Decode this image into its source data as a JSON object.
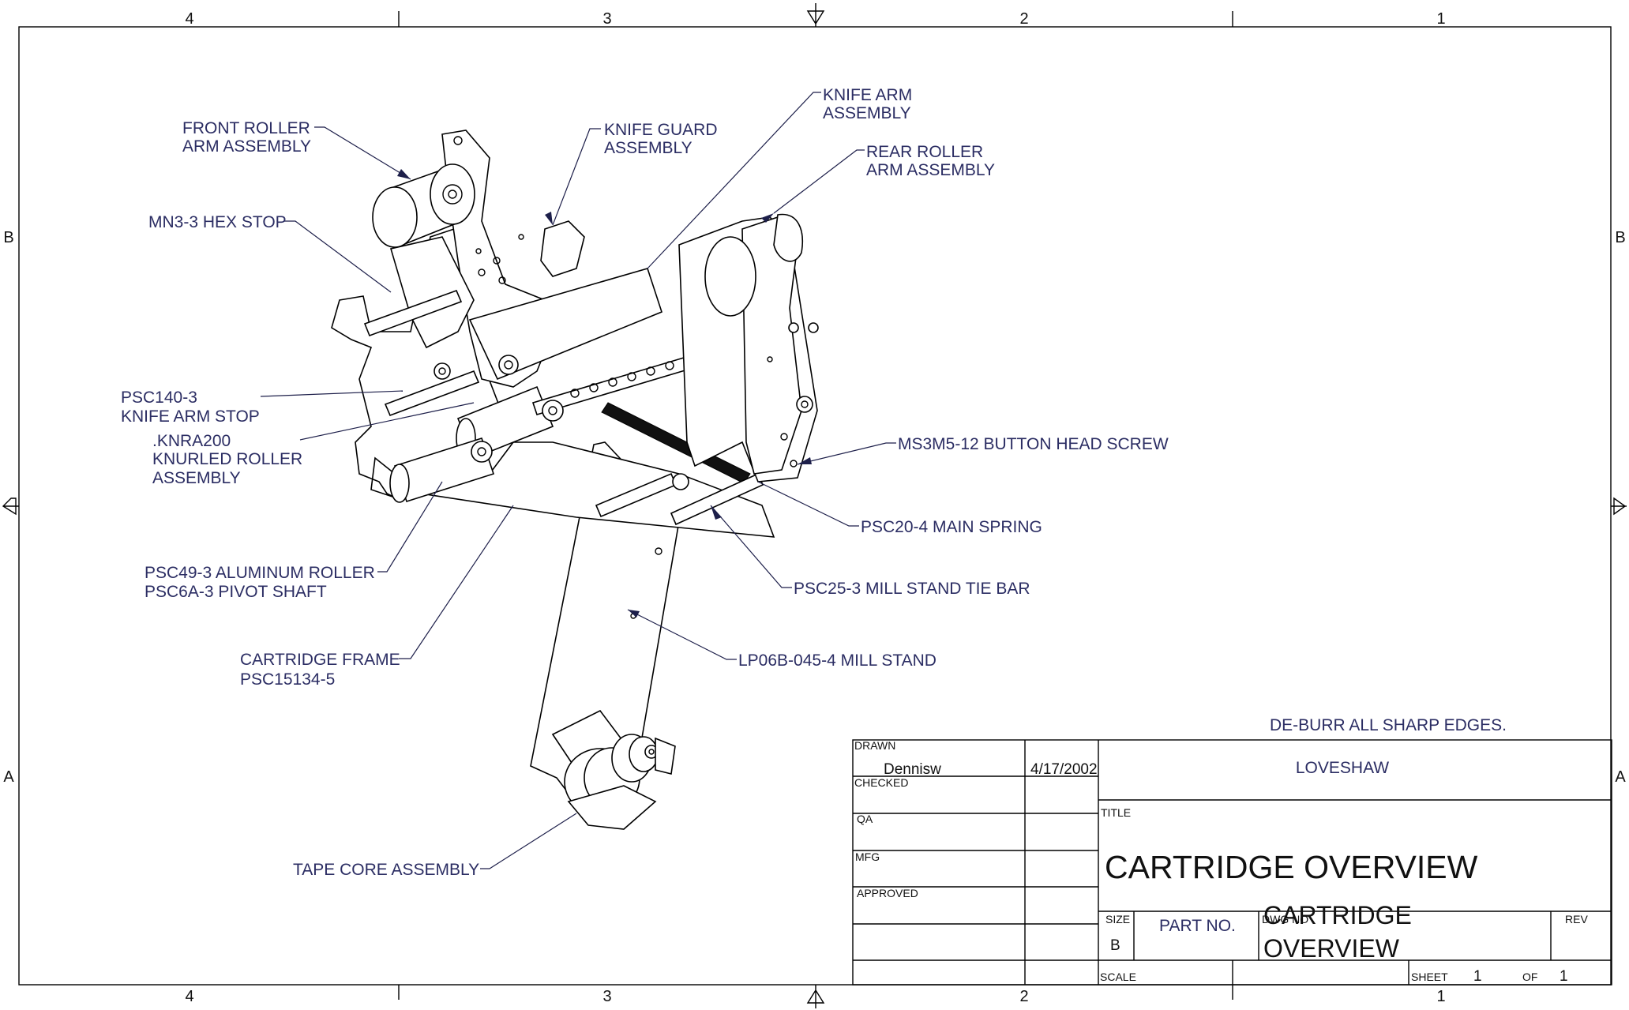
{
  "zones": {
    "columns": [
      "4",
      "3",
      "2",
      "1"
    ],
    "rows": [
      "B",
      "A"
    ]
  },
  "callouts": {
    "front_roller": [
      "FRONT ROLLER",
      "ARM ASSEMBLY"
    ],
    "knife_guard": [
      "KNIFE GUARD",
      "ASSEMBLY"
    ],
    "knife_arm": [
      "KNIFE ARM",
      "ASSEMBLY"
    ],
    "rear_roller": [
      "REAR ROLLER",
      "ARM ASSEMBLY"
    ],
    "hex_stop": "MN3-3 HEX STOP",
    "knife_arm_stop": [
      "PSC140-3",
      "KNIFE ARM STOP"
    ],
    "knurled_roller": [
      ".KNRA200",
      "KNURLED ROLLER",
      "ASSEMBLY"
    ],
    "aluminum_roller": [
      "PSC49-3 ALUMINUM ROLLER",
      "PSC6A-3 PIVOT SHAFT"
    ],
    "cartridge_frame": [
      "CARTRIDGE FRAME",
      "PSC15134-5"
    ],
    "tape_core": "TAPE CORE ASSEMBLY",
    "button_head_screw": "MS3M5-12 BUTTON HEAD SCREW",
    "main_spring": "PSC20-4 MAIN SPRING",
    "tie_bar": "PSC25-3 MILL STAND TIE BAR",
    "mill_stand": "LP06B-045-4 MILL STAND"
  },
  "note": "DE-BURR ALL SHARP EDGES.",
  "title_block": {
    "drawn_label": "DRAWN",
    "drawn_by": "Dennisw",
    "drawn_date": "4/17/2002",
    "checked_label": "CHECKED",
    "qa_label": "QA",
    "mfg_label": "MFG",
    "approved_label": "APPROVED",
    "company": "LOVESHAW",
    "title_label": "TITLE",
    "title": "CARTRIDGE OVERVIEW",
    "size_label": "SIZE",
    "size": "B",
    "part_no_label": "PART NO.",
    "dwg_no_label": "DWG NO",
    "dwg_no": [
      "CARTRIDGE",
      "OVERVIEW"
    ],
    "rev_label": "REV",
    "scale_label": "SCALE",
    "sheet_label": "SHEET",
    "sheet": "1",
    "of_label": "OF",
    "of": "1"
  }
}
